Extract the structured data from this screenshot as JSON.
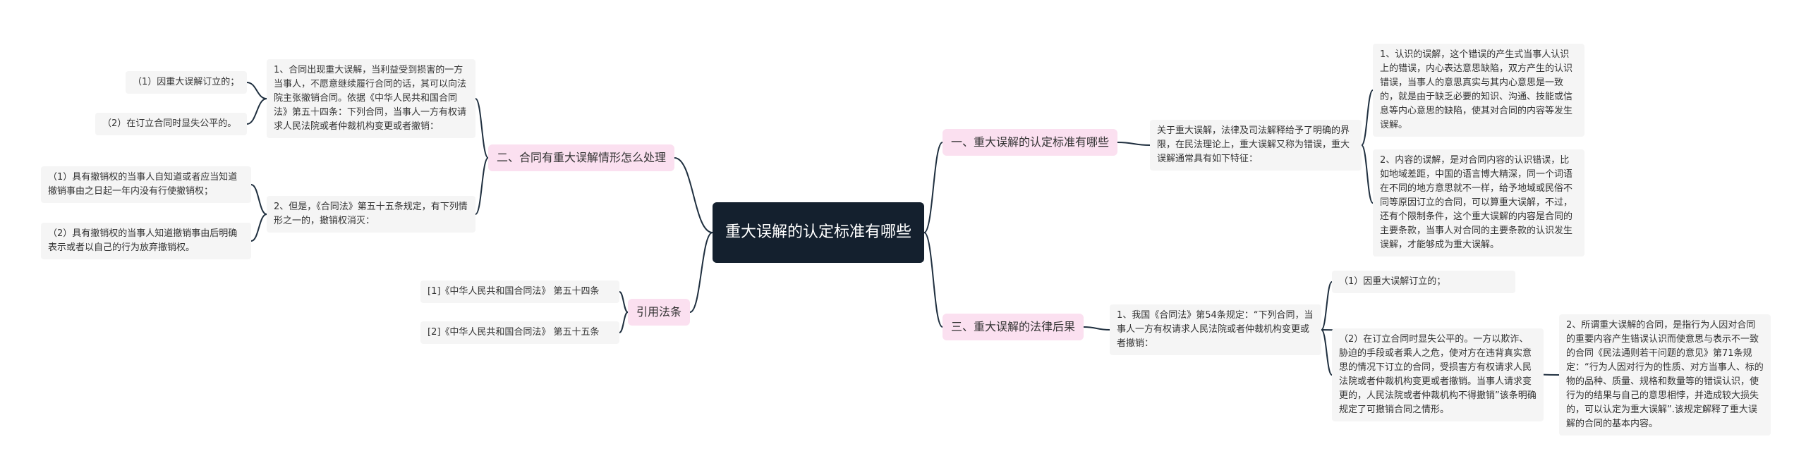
{
  "root": {
    "title": "重大误解的认定标准有哪些"
  },
  "branches": {
    "b1": "一、重大误解的认定标准有哪些",
    "b2": "二、合同有重大误解情形怎么处理",
    "b3": "三、重大误解的法律后果",
    "b4": "引用法条"
  },
  "leaves": {
    "r1": "关于重大误解，法律及司法解释给予了明确的界限，在民法理论上，重大误解又称为错误，重大误解通常具有如下特征：",
    "r1a": "1、认识的误解，这个错误的产生式当事人认识上的错误，内心表达意思缺陷，双方产生的认识错误，当事人的意思真实与其内心意思是一致的，就是由于缺乏必要的知识、沟通、技能或信息等内心意思的缺陷，使其对合同的内容等发生误解。",
    "r1b": "2、内容的误解，是对合同内容的认识错误，比如地域差距，中国的语言博大精深，同一个词语在不同的地方意思就不一样，给予地域或民俗不同等原因订立的合同，可以算重大误解，不过，还有个限制条件，这个重大误解的内容是合同的主要条款，当事人对合同的主要条款的认识发生误解，才能够成为重大误解。",
    "r3": "1、我国《合同法》第54条规定：“下列合同，当事人一方有权请求人民法院或者仲裁机构变更或者撤销：",
    "r3a": "（1）因重大误解订立的；",
    "r3b": "（2）在订立合同时显失公平的。一方以欺诈、胁迫的手段或者乘人之危，使对方在违背真实意思的情况下订立的合同，受损害方有权请求人民法院或者仲裁机构变更或者撤销。当事人请求变更的，人民法院或者仲裁机构不得撤销”该条明确规定了可撤销合同之情形。",
    "r3c": "2、所谓重大误解的合同，是指行为人因对合同的重要内容产生错误认识而使意思与表示不一致的合同《民法通则若干问题的意见》第71条规定：“行为人因对行为的性质、对方当事人、标的物的品种、质量、规格和数量等的错误认识，使行为的结果与自己的意思相悖，并造成较大损失的，可以认定为重大误解”.该规定解释了重大误解的合同的基本内容。",
    "l1": "1、合同出现重大误解，当利益受到损害的一方当事人，不愿意继续履行合同的话，其可以向法院主张撤销合同。依据《中华人民共和国合同法》第五十四条：下列合同，当事人一方有权请求人民法院或者仲裁机构变更或者撤销：",
    "l1a": "（1）因重大误解订立的；",
    "l1b": "（2）在订立合同时显失公平的。",
    "l2": "2、但是，《合同法》第五十五条规定，有下列情形之一的，撤销权消灭：",
    "l2a": "（1）具有撤销权的当事人自知道或者应当知道撤销事由之日起一年内没有行使撤销权；",
    "l2b": "（2）具有撤销权的当事人知道撤销事由后明确表示或者以自己的行为放弃撤销权。",
    "l4a": "[1]《中华人民共和国合同法》 第五十四条",
    "l4b": "[2]《中华人民共和国合同法》 第五十五条"
  },
  "colors": {
    "line": "#1f2f3f",
    "root_bg": "#14202e",
    "branch_bg": "#fbe0f0",
    "leaf_bg": "#f5f5f5"
  }
}
